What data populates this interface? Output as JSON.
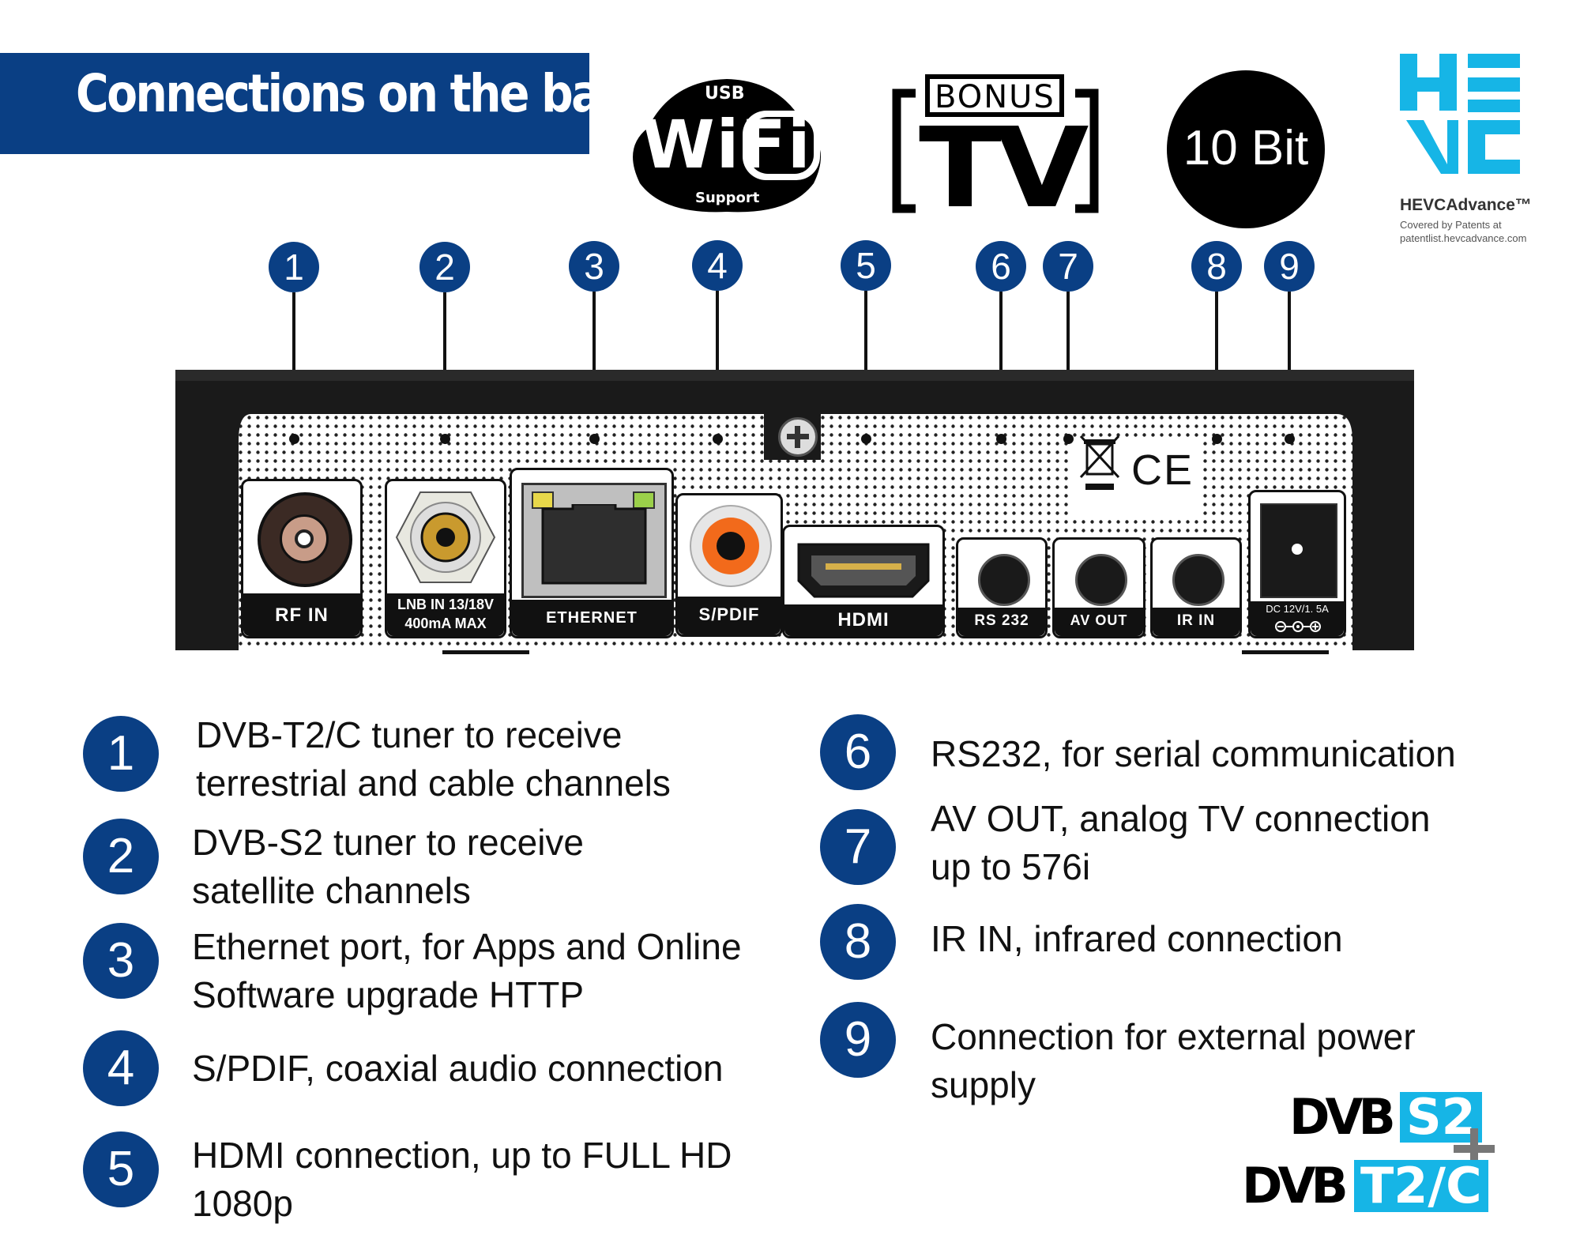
{
  "banner": {
    "title": "Connections on the back"
  },
  "logos": {
    "wifi": {
      "top": "USB",
      "main": "WiFi",
      "bottom": "Support"
    },
    "bonus_tv": {
      "top": "BONUS",
      "main": "TV"
    },
    "ten_bit": {
      "label": "10 Bit"
    },
    "hevc": {
      "brand": "HEVCAdvance™",
      "line1": "Covered by Patents at",
      "line2": "patentlist.hevcadvance.com"
    },
    "dvb": {
      "row1_prefix": "DVB",
      "row1_suffix": "S2",
      "row2_prefix": "DVB",
      "row2_suffix": "T2/C"
    }
  },
  "callouts": [
    "1",
    "2",
    "3",
    "4",
    "5",
    "6",
    "7",
    "8",
    "9"
  ],
  "ports": {
    "rf_in": "RF IN",
    "lnb_line1": "LNB IN 13/18V",
    "lnb_line2": "400mA MAX",
    "ethernet": "ETHERNET",
    "spdif": "S/PDIF",
    "hdmi": "HDMI",
    "rs232": "RS 232",
    "av_out": "AV OUT",
    "ir_in": "IR IN",
    "dc": "DC 12V/1. 5A",
    "ce": "CE"
  },
  "legend": [
    {
      "num": "1",
      "lines": [
        "DVB-T2/C tuner to receive",
        "terrestrial and cable channels"
      ]
    },
    {
      "num": "2",
      "lines": [
        "DVB-S2 tuner to receive",
        "satellite channels"
      ]
    },
    {
      "num": "3",
      "lines": [
        "Ethernet port, for Apps and Online",
        "Software upgrade HTTP"
      ]
    },
    {
      "num": "4",
      "lines": [
        "S/PDIF, coaxial audio connection"
      ]
    },
    {
      "num": "5",
      "lines": [
        "HDMI connection, up to FULL HD",
        "1080p"
      ]
    },
    {
      "num": "6",
      "lines": [
        "RS232, for serial communication"
      ]
    },
    {
      "num": "7",
      "lines": [
        "AV OUT, analog TV connection",
        "up to 576i"
      ]
    },
    {
      "num": "8",
      "lines": [
        "IR IN, infrared connection"
      ]
    },
    {
      "num": "9",
      "lines": [
        "Connection for external power",
        "supply"
      ]
    }
  ]
}
